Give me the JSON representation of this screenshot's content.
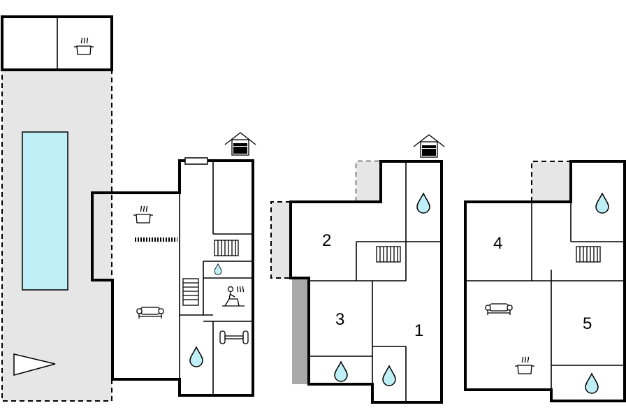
{
  "floorplan": {
    "room_numbers": [
      "2",
      "3",
      "1",
      "4",
      "5"
    ]
  },
  "icons": {
    "entrance": "house-entrance-icon",
    "kitchen": "cooking-pot-icon",
    "living": "sofa-icon",
    "bathroom": "water-drop-icon",
    "heater": "radiator-icon",
    "sauna": "sauna-icon",
    "fitness": "dumbbell-icon",
    "stairs": "stairs-icon",
    "fireplace": "fireplace-icon",
    "compass": "north-arrow-icon"
  },
  "colors": {
    "walls": "#000000",
    "terrace": "#e6e6e6",
    "pool": "#bfeff6",
    "drop": "#bfeff6",
    "side_panel": "#a8a8a8"
  }
}
